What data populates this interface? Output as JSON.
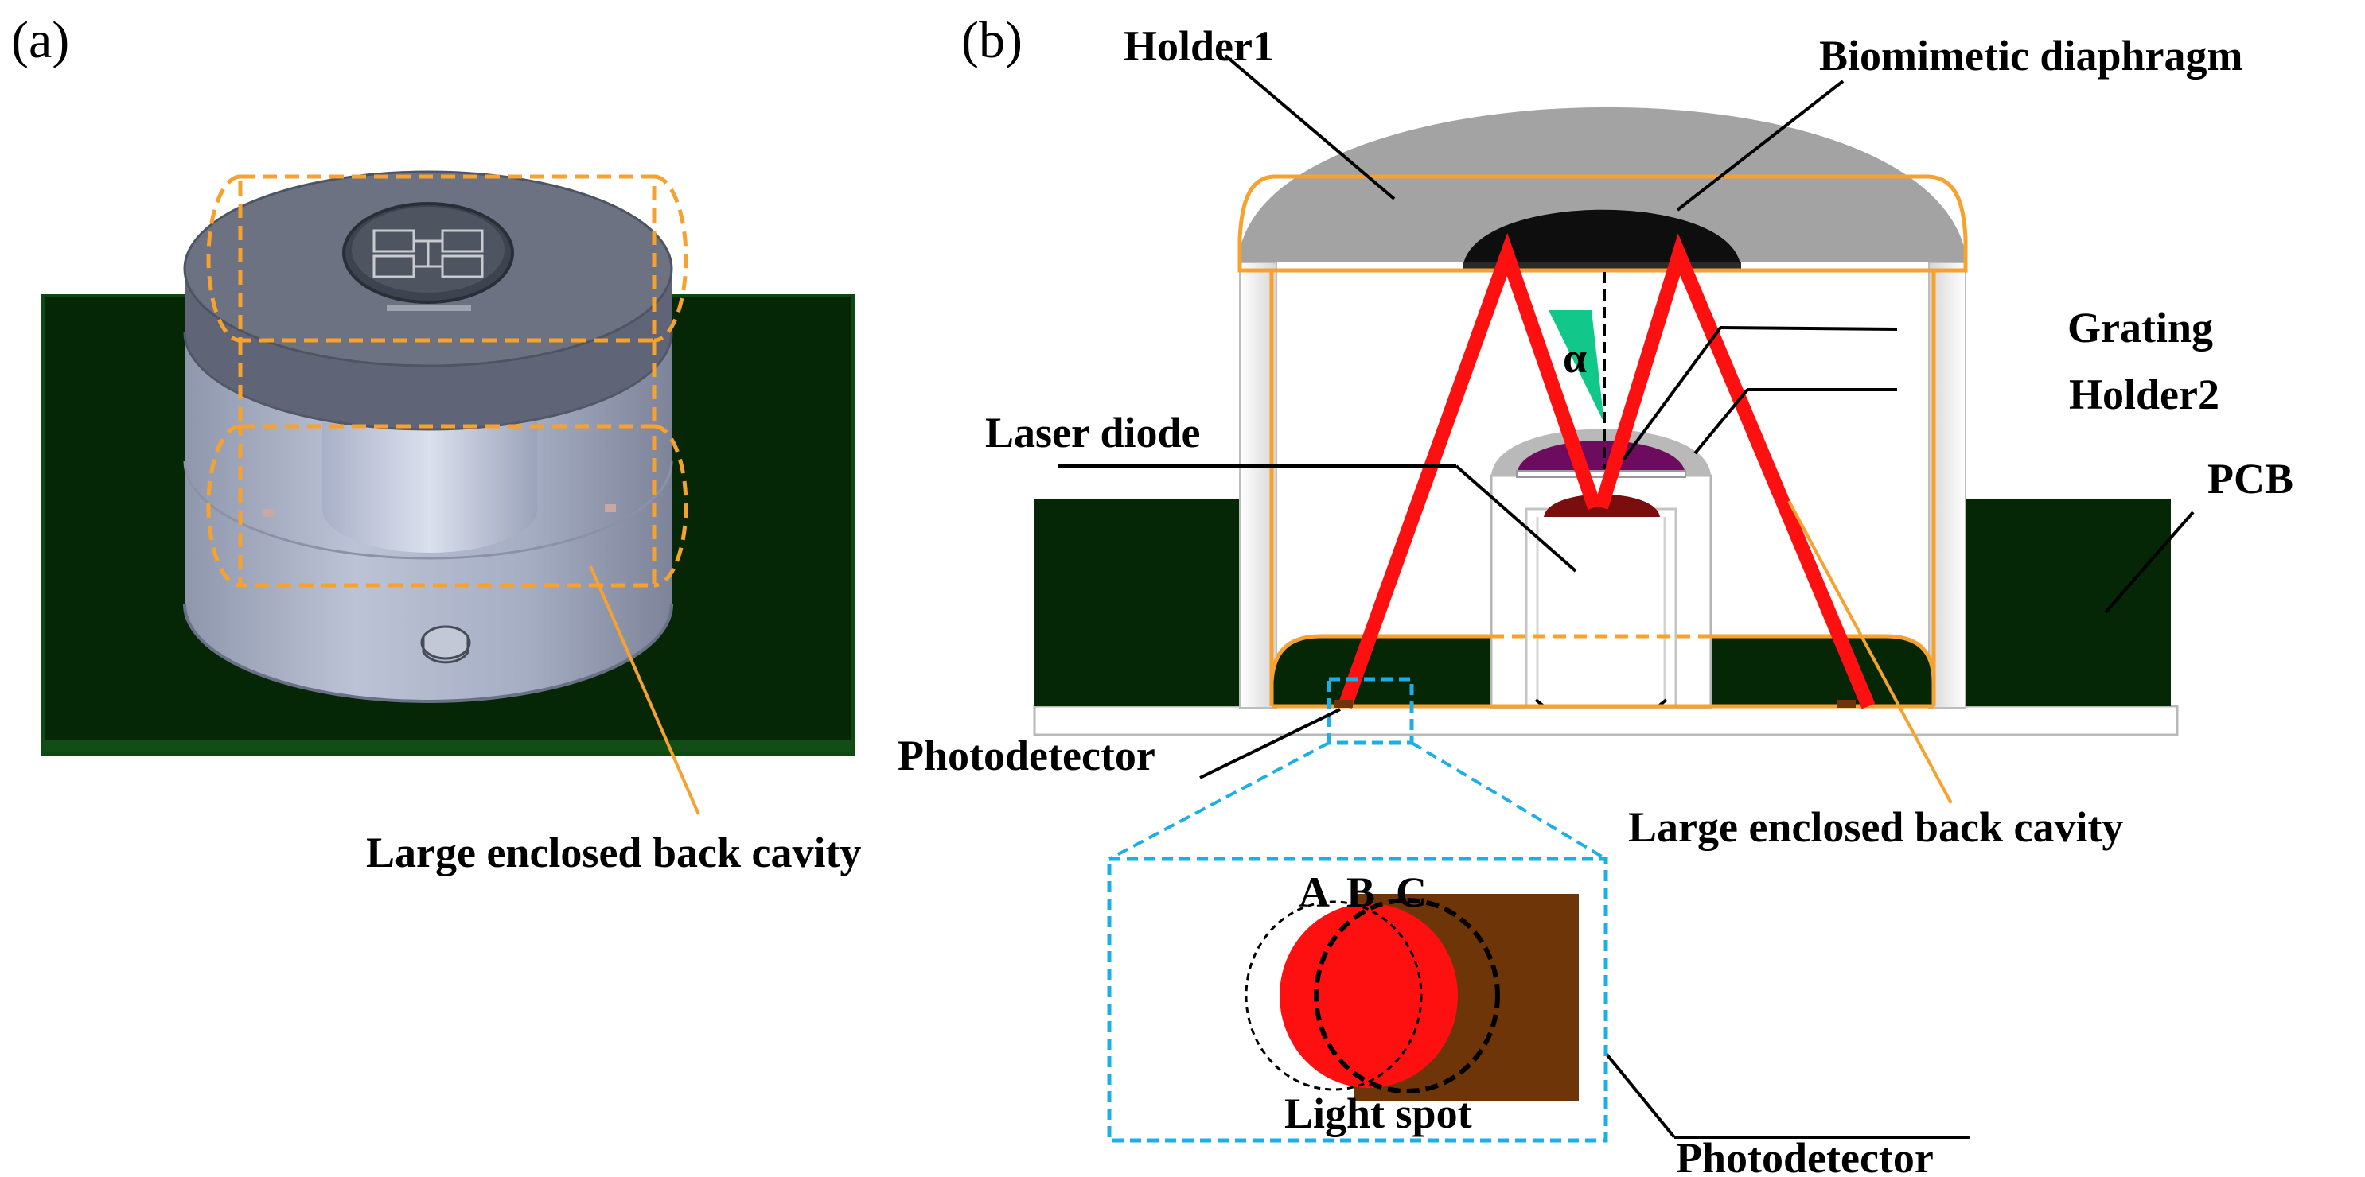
{
  "panel_a": {
    "tag": "(a)",
    "labels": {
      "cavity": "Large enclosed back cavity"
    }
  },
  "panel_b": {
    "tag": "(b)",
    "labels": {
      "holder1": "Holder1",
      "diaphragm": "Biomimetic diaphragm",
      "grating": "Grating",
      "holder2": "Holder2",
      "laser": "Laser diode",
      "pcb": "PCB",
      "photodetector": "Photodetector",
      "cavity": "Large enclosed back cavity",
      "alpha": "α"
    }
  },
  "inset": {
    "positions": [
      "A",
      "B",
      "C"
    ],
    "spot_label": "Light spot",
    "detector_label": "Photodetector"
  },
  "colors": {
    "pcb": "#062706",
    "cavity_outline": "#f7a12e",
    "beam": "#ff1010",
    "inset_border": "#1eaee6",
    "photodetector": "#6e3508",
    "grating": "#6d0b5e",
    "angle_wedge": "#12c78a",
    "holder": "#a3a3a3"
  }
}
